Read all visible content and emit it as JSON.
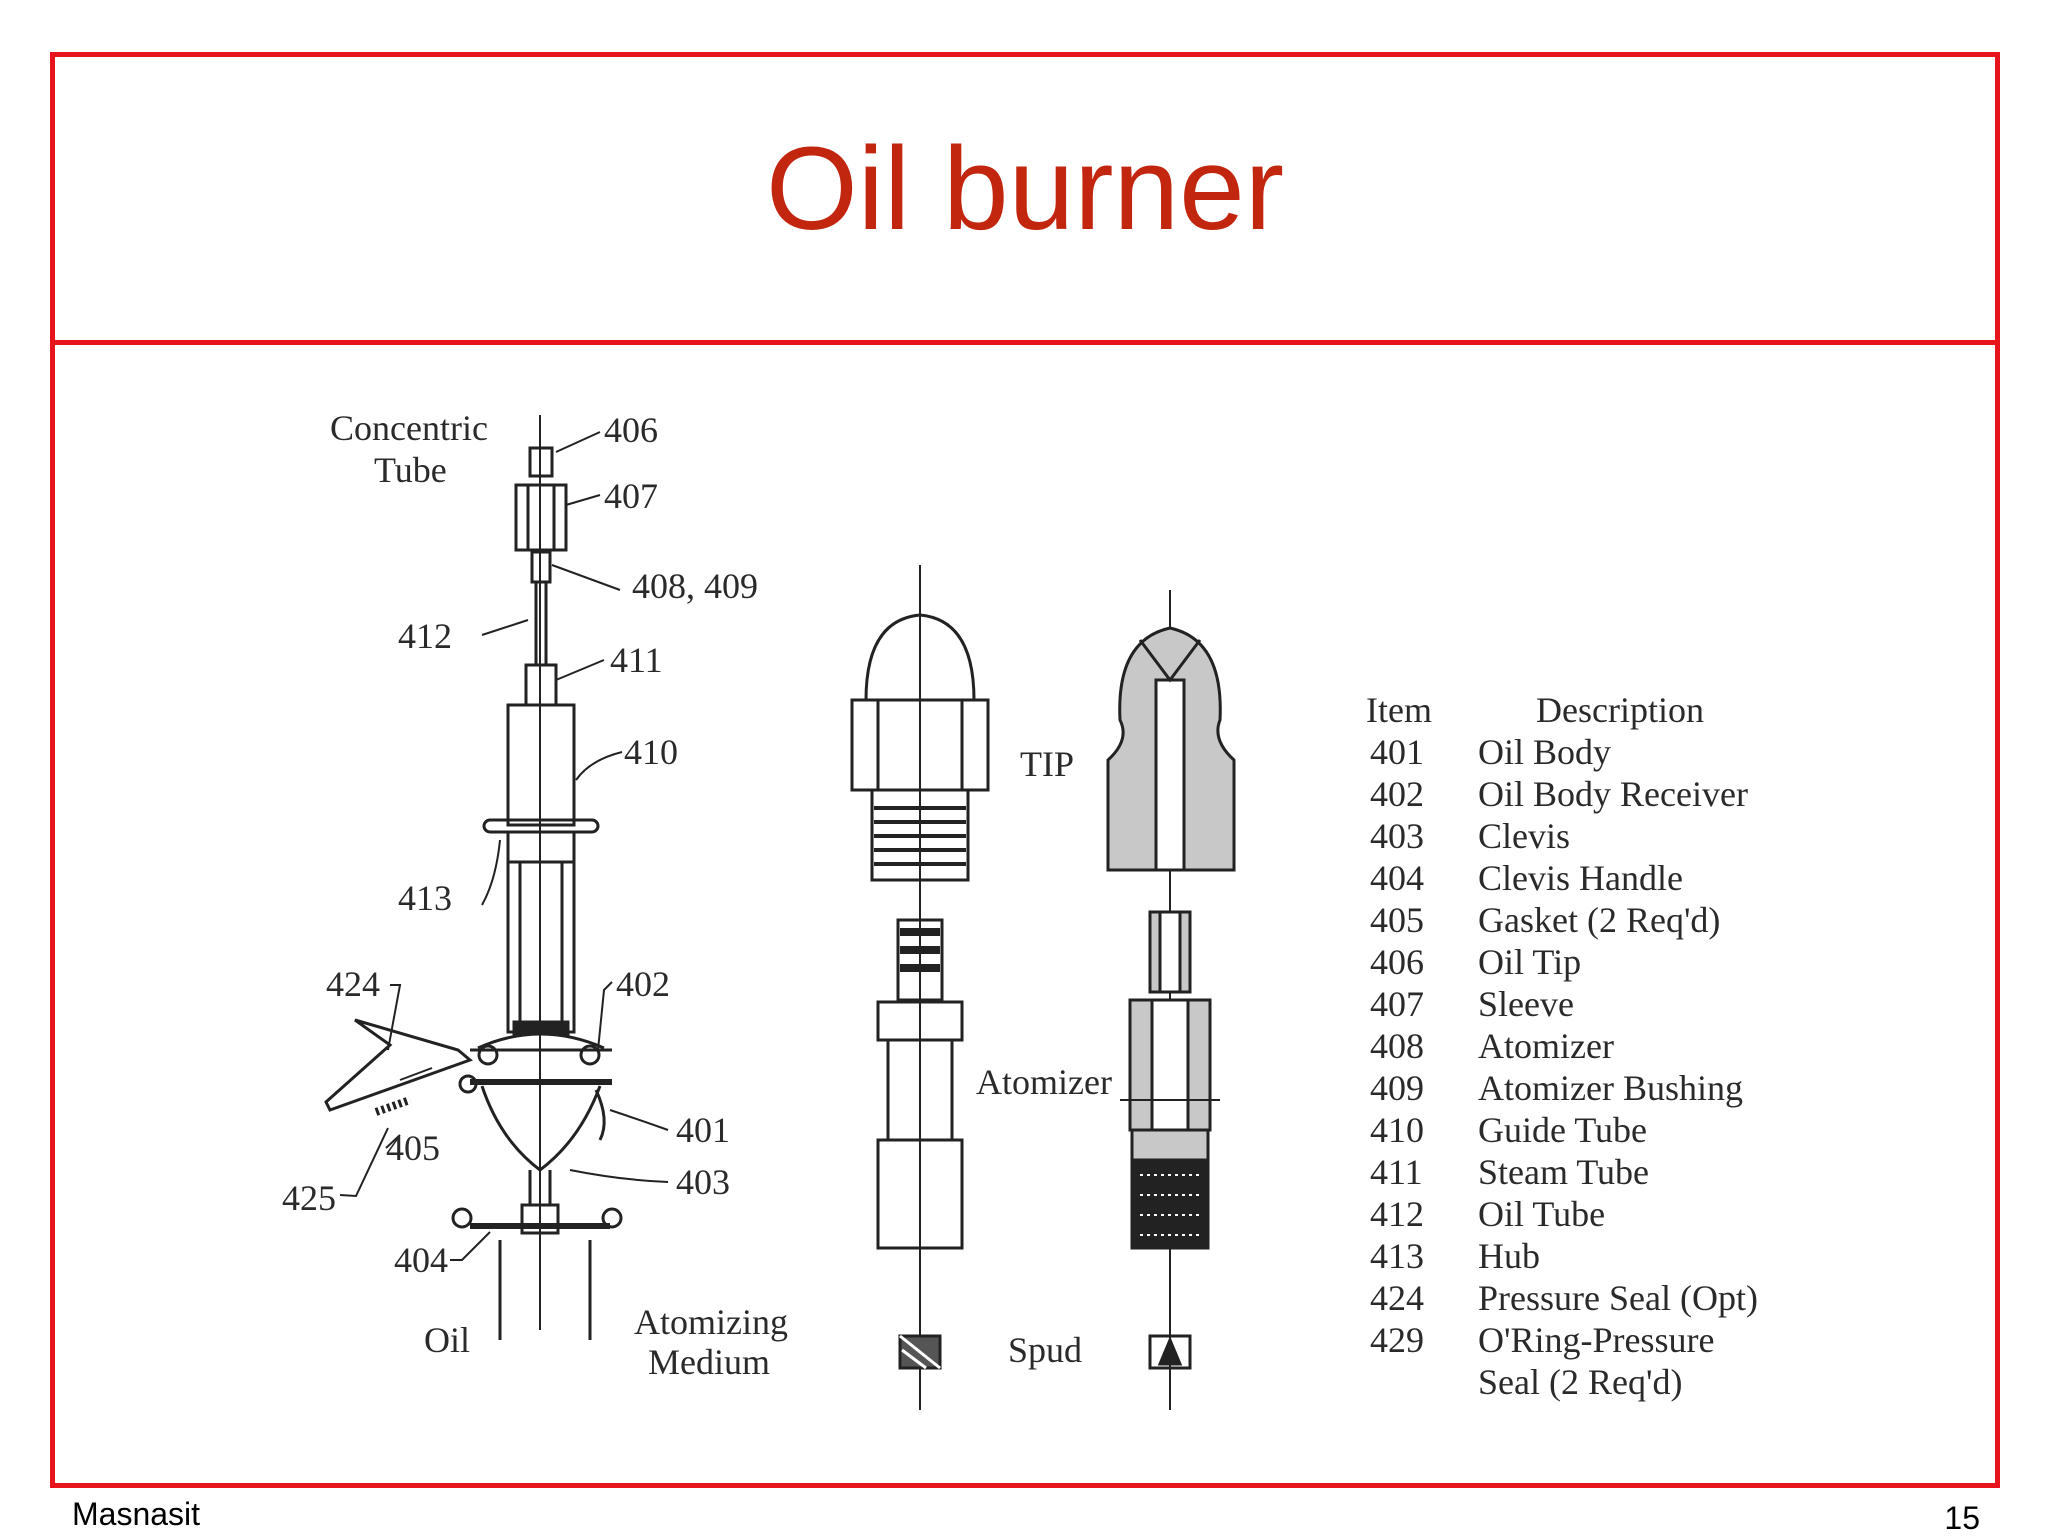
{
  "slide": {
    "title": "Oil burner",
    "footer_left": "Masnasit",
    "page_number": "15"
  },
  "diagram": {
    "left_labels": {
      "concentric_tube_line1": "Concentric",
      "concentric_tube_line2": "Tube",
      "n406": "406",
      "n407": "407",
      "n408_409": "408, 409",
      "n412": "412",
      "n411": "411",
      "n410": "410",
      "n413": "413",
      "n424": "424",
      "n402": "402",
      "n401": "401",
      "n405": "405",
      "n403": "403",
      "n425": "425",
      "n404": "404",
      "oil": "Oil",
      "atomizing_line1": "Atomizing",
      "atomizing_line2": "Medium"
    },
    "middle_labels": {
      "tip": "TIP",
      "atomizer": "Atomizer",
      "spud": "Spud"
    },
    "parts_table": {
      "header_item": "Item",
      "header_description": "Description",
      "rows": [
        {
          "item": "401",
          "description": "Oil Body"
        },
        {
          "item": "402",
          "description": "Oil Body Receiver"
        },
        {
          "item": "403",
          "description": "Clevis"
        },
        {
          "item": "404",
          "description": "Clevis Handle"
        },
        {
          "item": "405",
          "description": "Gasket (2 Req'd)"
        },
        {
          "item": "406",
          "description": "Oil Tip"
        },
        {
          "item": "407",
          "description": "Sleeve"
        },
        {
          "item": "408",
          "description": "Atomizer"
        },
        {
          "item": "409",
          "description": "Atomizer Bushing"
        },
        {
          "item": "410",
          "description": "Guide Tube"
        },
        {
          "item": "411",
          "description": "Steam Tube"
        },
        {
          "item": "412",
          "description": "Oil Tube"
        },
        {
          "item": "413",
          "description": "Hub"
        },
        {
          "item": "424",
          "description": "Pressure Seal (Opt)"
        },
        {
          "item": "429",
          "description": "O'Ring-Pressure"
        },
        {
          "item": "",
          "description": "Seal (2 Req'd)"
        }
      ]
    }
  }
}
